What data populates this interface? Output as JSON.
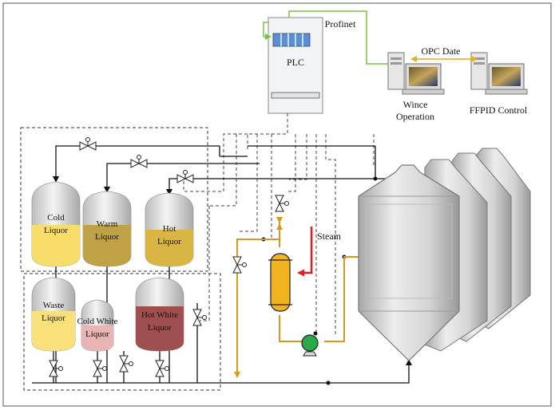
{
  "labels": {
    "plc": "PLC",
    "profinet": "Profinet",
    "opc": "OPC Date",
    "wince_line1": "Wince",
    "wince_line2": "Operation",
    "ffpid": "FFPID Control",
    "steam": "Steam",
    "cold_liquor": [
      "Cold",
      "Liquor"
    ],
    "warm_liquor": [
      "Warm",
      "Liquor"
    ],
    "hot_liquor": [
      "Hot",
      "Liquor"
    ],
    "waste_liquor": [
      "Waste",
      "Liquor"
    ],
    "cold_white_liquor": [
      "Cold White",
      "Liquor"
    ],
    "hot_white_liquor": [
      "Hot White",
      "Liquor"
    ]
  },
  "colors": {
    "process_orange": "#d89a1a",
    "network_green": "#7dbf4a",
    "opc_arrow": "#e0b020",
    "steam_red": "#e02020",
    "pump_green": "#2aa84a",
    "heater_fill": "#f2b320",
    "cold_liquor_fill": "#f8dd6a",
    "warm_liquor_fill": "#bfa246",
    "hot_liquor_fill": "#d9b544",
    "waste_liquor_fill": "#fae07a",
    "cold_white_fill": "#e8b4b4",
    "hot_white_fill": "#9e4f50"
  }
}
